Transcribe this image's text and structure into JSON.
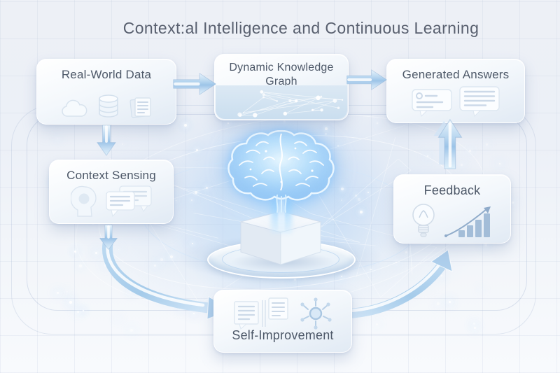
{
  "title": "Context:al Intelligence and Continuous Learning",
  "diagram": {
    "nodes": [
      {
        "id": "real-world-data",
        "label": "Real-World Data",
        "icons": [
          "cloud-icon",
          "database-icon",
          "document-icon"
        ]
      },
      {
        "id": "dynamic-knowledge-graph",
        "label": "Dynamic Knowledge Graph",
        "icons": [
          "network-graph-icon"
        ]
      },
      {
        "id": "generated-answers",
        "label": "Generated Answers",
        "icons": [
          "annotation-bubble-icon",
          "text-bubble-icon"
        ]
      },
      {
        "id": "context-sensing",
        "label": "Context Sensing",
        "icons": [
          "person-head-icon",
          "chat-bubbles-icon"
        ]
      },
      {
        "id": "feedback",
        "label": "Feedback",
        "icons": [
          "lightbulb-icon",
          "growth-chart-icon"
        ]
      },
      {
        "id": "self-improvement",
        "label": "Self-Improvement",
        "icons": [
          "documents-icon",
          "hub-network-icon"
        ]
      }
    ],
    "edges": [
      {
        "from": "real-world-data",
        "to": "dynamic-knowledge-graph",
        "style": "straight-right-arrow"
      },
      {
        "from": "dynamic-knowledge-graph",
        "to": "generated-answers",
        "style": "straight-right-arrow"
      },
      {
        "from": "real-world-data",
        "to": "context-sensing",
        "style": "straight-down-arrow"
      },
      {
        "from": "context-sensing",
        "to": "self-improvement",
        "style": "curved-down-right-arrow"
      },
      {
        "from": "self-improvement",
        "to": "feedback",
        "style": "curved-up-right-arrow"
      },
      {
        "from": "feedback",
        "to": "generated-answers",
        "style": "straight-up-arrow"
      }
    ],
    "center": {
      "name": "glowing-brain-on-cube-pedestal"
    }
  },
  "colors": {
    "background": "#edf0f6",
    "title_text": "#59606f",
    "node_label_text": "#4d5868",
    "arrow_blue": "#a9cdec",
    "brain_glow": "#7fc0f0",
    "bar_chart_blue": "#a3bdd8"
  }
}
